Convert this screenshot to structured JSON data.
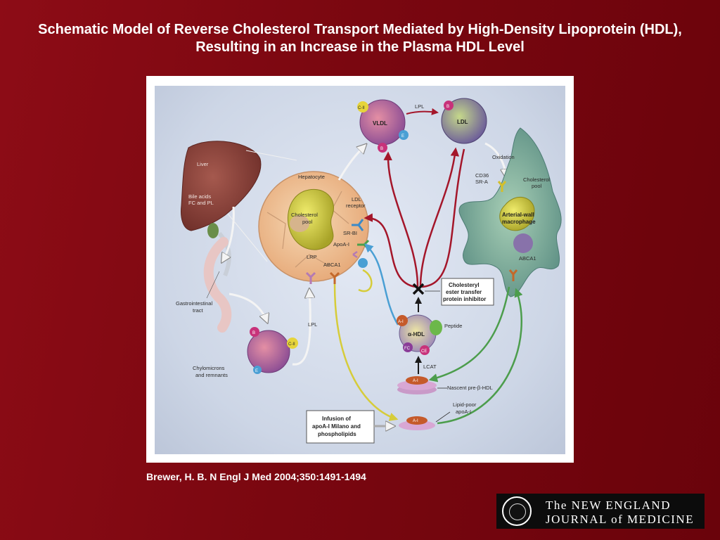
{
  "slide": {
    "title_line1": "Schematic Model of Reverse Cholesterol Transport Mediated by High-Density Lipoprotein (HDL),",
    "title_line2": "Resulting in an Increase in the Plasma HDL Level",
    "citation": "Brewer, H. B. N Engl J Med 2004;350:1491-1494"
  },
  "logo": {
    "line1": "The NEW ENGLAND",
    "line2": "JOURNAL of MEDICINE"
  },
  "diagram": {
    "labels": {
      "liver": "Liver",
      "bile1": "Bile acids",
      "bile2": "FC and PL",
      "hepatocyte": "Hepatocyte",
      "chol_pool1": "Cholesterol",
      "chol_pool2": "pool",
      "ldl_receptor1": "LDL",
      "ldl_receptor2": "receptor",
      "srbi": "SR-BI",
      "apoai": "ApoA-I",
      "lrp": "LRP",
      "abca1": "ABCA1",
      "gi1": "Gastrointestinal",
      "gi2": "tract",
      "lpl_left": "LPL",
      "chylo1": "Chylomicrons",
      "chylo2": "and remnants",
      "vldl": "VLDL",
      "lpl_top": "LPL",
      "ldl": "LDL",
      "oxidation": "Oxidation",
      "cd36_1": "CD36",
      "cd36_2": "SR-A",
      "mac_pool1": "Cholesterol",
      "mac_pool2": "pool",
      "macrophage1": "Arterial-wall",
      "macrophage2": "macrophage",
      "abca1_mac": "ABCA1",
      "cetp1": "Cholesteryl",
      "cetp2": "ester transfer",
      "cetp3": "protein inhibitor",
      "peptide": "Peptide",
      "alpha_hdl": "α-HDL",
      "lcat": "LCAT",
      "nascent": "Nascent pre-β-HDL",
      "lipidpoor1": "Lipid-poor",
      "lipidpoor2": "apoA-I",
      "infusion1": "Infusion of",
      "infusion2": "apoA-I Milano and",
      "infusion3": "phospholipids",
      "ci": "C-II",
      "e": "E",
      "b": "B",
      "ai": "A-I",
      "fc": "FC",
      "ce": "CE"
    }
  }
}
